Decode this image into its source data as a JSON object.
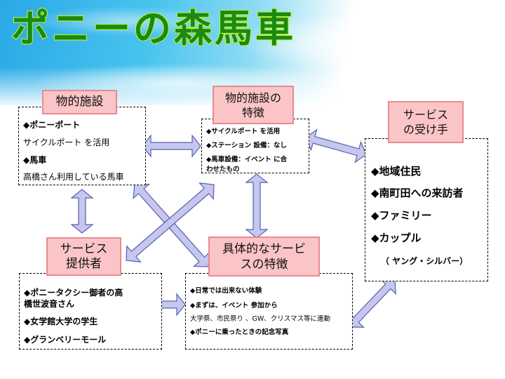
{
  "title": "ポニーの森馬車",
  "colors": {
    "title_fill": "#1a8a12",
    "title_outline": "#c6f23a",
    "label_fill": "#fbc5c7",
    "label_border": "#e98a8f",
    "arrow_fill": "#c5c7ee",
    "arrow_stroke": "#5a5fb0"
  },
  "boxes": {
    "physical_facility": {
      "label": "物的施設",
      "lines": [
        "◆ポニーポート",
        "サイクルポート を活用",
        " ◆馬車",
        "高橋さん利用している馬車"
      ]
    },
    "facility_features": {
      "label_line1": "物的施設の",
      "label_line2": "特徴",
      "lines": [
        "◆サイクルポート を活用",
        "◆ステーション 設備：なし",
        "◆馬車設備：イベント に合",
        "わせたもの"
      ]
    },
    "service_recipients": {
      "label_line1": "サービス",
      "label_line2": "の受け手",
      "lines": [
        "◆地域住民",
        "◆南町田への来訪者",
        "◆ファミリー",
        "◆カップル",
        "（ ヤング・シルバー）"
      ]
    },
    "service_providers": {
      "label_line1": "サービス",
      "label_line2": "提供者",
      "lines": [
        "◆ポニータクシー御者の高",
        "橋世波音さん",
        "◆女学館大学の学生",
        "◆グランベリーモール"
      ]
    },
    "service_features": {
      "label_line1": "具体的なサービ",
      "label_line2": "スの特徴",
      "lines": [
        "◆日常では出来ない体験",
        "◆まずは、イベント 参加から",
        "大学祭、市民祭り 、GW、クリスマス等に連動",
        "◆ポニーに乗ったときの記念写真"
      ]
    }
  },
  "arrows": [
    {
      "name": "arrow-facility-to-features",
      "from": "physical_facility",
      "to": "facility_features",
      "type": "double"
    },
    {
      "name": "arrow-features-to-recipients",
      "from": "facility_features",
      "to": "service_recipients",
      "type": "double"
    },
    {
      "name": "arrow-facility-to-providers",
      "from": "physical_facility",
      "to": "service_providers",
      "type": "double"
    },
    {
      "name": "arrow-features-to-service-features",
      "from": "facility_features",
      "to": "service_features",
      "type": "double"
    },
    {
      "name": "arrow-facility-to-service-features",
      "from": "physical_facility",
      "to": "service_features",
      "type": "double"
    },
    {
      "name": "arrow-providers-to-features",
      "from": "service_providers",
      "to": "facility_features",
      "type": "double"
    },
    {
      "name": "arrow-providers-to-service-features",
      "from": "service_providers",
      "to": "service_features",
      "type": "double"
    },
    {
      "name": "arrow-service-features-to-recipients",
      "from": "service_features",
      "to": "service_recipients",
      "type": "double"
    }
  ]
}
